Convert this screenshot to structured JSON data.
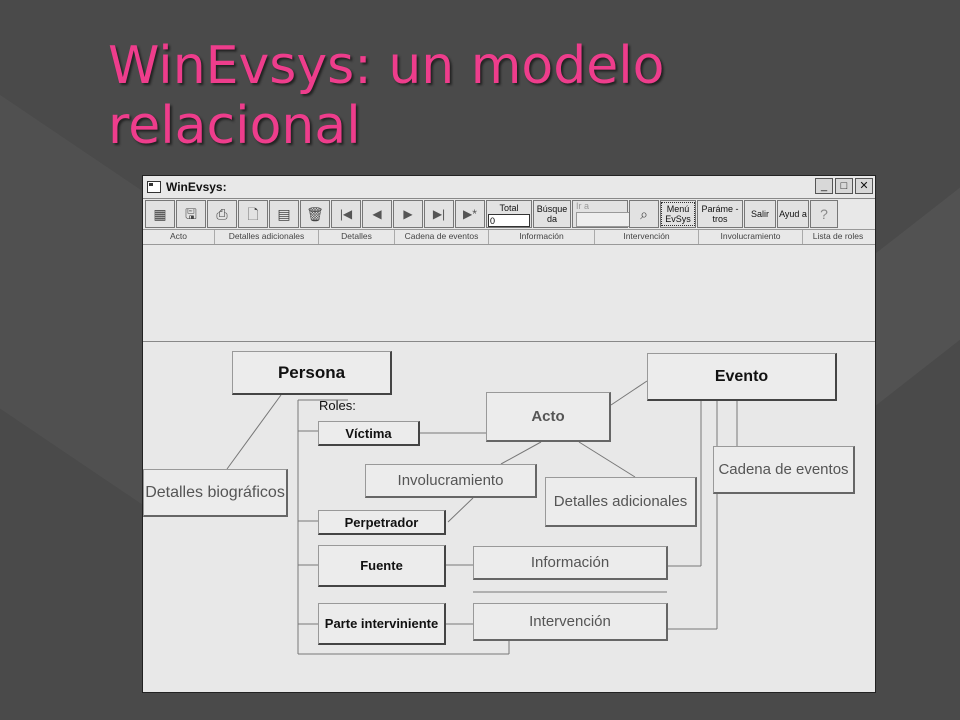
{
  "slide": {
    "title": "WinEvsys: un modelo relacional"
  },
  "window": {
    "title": "WinEvsys:",
    "buttons": {
      "minimize": "_",
      "maximize": "□",
      "close": "✕"
    }
  },
  "toolbar": {
    "total_label": "Total",
    "total_value": "0",
    "busqueda_label": "Búsque da",
    "ira_label": "Ir a",
    "menu_label": "Menú EvSys",
    "parametros_label": "Paráme -tros",
    "salir_label": "Salir",
    "ayuda_label": "Ayud a",
    "help_icon": "?"
  },
  "tabs": [
    "Acto",
    "Detalles adicionales",
    "Detalles",
    "Cadena de eventos",
    "Información",
    "Intervención",
    "Involucramiento",
    "Lista de roles"
  ],
  "diagram": {
    "roles_label": "Roles:",
    "persona": "Persona",
    "evento": "Evento",
    "acto": "Acto",
    "victima": "Víctima",
    "perpetrador": "Perpetrador",
    "fuente": "Fuente",
    "parte_interviniente": "Parte interviniente",
    "detalles_biograficos": "Detalles biográficos",
    "involucramiento": "Involucramiento",
    "detalles_adicionales": "Detalles adicionales",
    "informacion": "Información",
    "intervencion": "Intervención",
    "cadena_de_eventos": "Cadena de eventos"
  }
}
